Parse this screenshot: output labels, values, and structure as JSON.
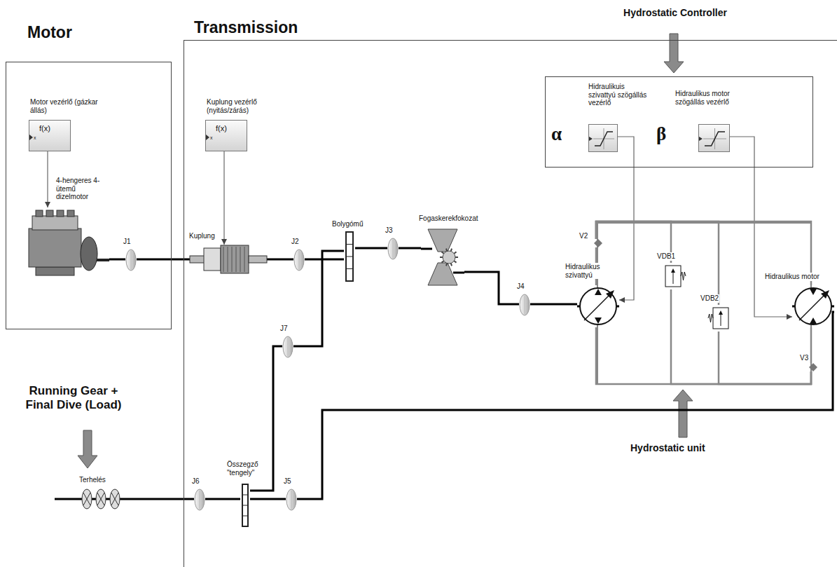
{
  "diagram": {
    "nodes": [
      {
        "text": [
          "Motor"
        ]
      },
      {
        "text": [
          "Motor vezérlő (gázkar állás)",
          "f(x)",
          "x"
        ],
        "in": 0
      },
      {
        "text": [
          "4-hengeres 4-ütemű dizelmotor"
        ],
        "in": 0
      },
      {
        "text": [
          "J1"
        ],
        "in": 0
      },
      {
        "text": [
          "Transmission"
        ]
      },
      {
        "text": [
          "Kuplung vezérlő (nyitás/zárás)",
          "f(x)",
          "x"
        ],
        "in": 4
      },
      {
        "text": [
          "Kuplung"
        ],
        "in": 4
      },
      {
        "text": [
          "J2"
        ],
        "in": 4
      },
      {
        "text": [
          "Bolygómű"
        ],
        "in": 4
      },
      {
        "text": [
          "J3"
        ],
        "in": 4
      },
      {
        "text": [
          "Fogaskerekfokozat"
        ],
        "in": 4
      },
      {
        "text": [
          "J4"
        ],
        "in": 4
      },
      {
        "text": [
          "Hydrostatic Controller"
        ],
        "in": 4
      },
      {
        "text": [
          "Hidraulikuis szivattyú szögállás vezérlő"
        ],
        "in": 12
      },
      {
        "text": [
          "Hidraulikus motor szögállás vezérlő"
        ],
        "in": 12
      },
      {
        "text": [
          "Hydrostatic unit"
        ],
        "in": 4
      },
      {
        "text": [
          "V2"
        ],
        "in": 15
      },
      {
        "text": [
          "Hidraulikus szivattyú"
        ],
        "in": 15
      },
      {
        "text": [
          "VDB1"
        ],
        "in": 15
      },
      {
        "text": [
          "VDB2"
        ],
        "in": 15
      },
      {
        "text": [
          "Hidraulikus motor"
        ],
        "in": 15
      },
      {
        "text": [
          "V3"
        ],
        "in": 15
      },
      {
        "text": [
          "J7"
        ],
        "in": 4
      },
      {
        "text": [
          "Összegző \"tengely\""
        ],
        "in": 4
      },
      {
        "text": [
          "J5"
        ],
        "in": 4
      },
      {
        "text": [
          "J6"
        ],
        "in": 4
      },
      {
        "text": [
          "Terhelés"
        ]
      }
    ],
    "edges": [
      {
        "from": 1,
        "to": 2,
        "arrow": "to"
      },
      {
        "from": 2,
        "to": 3,
        "arrow": "none"
      },
      {
        "from": 3,
        "to": 6,
        "arrow": "none"
      },
      {
        "from": 5,
        "to": 6,
        "arrow": "to"
      },
      {
        "from": 6,
        "to": 7,
        "arrow": "none"
      },
      {
        "from": 7,
        "to": 8,
        "arrow": "none"
      },
      {
        "from": 8,
        "to": 9,
        "arrow": "none"
      },
      {
        "from": 9,
        "to": 10,
        "arrow": "none"
      },
      {
        "from": 10,
        "to": 11,
        "arrow": "none"
      },
      {
        "from": 11,
        "to": 17,
        "arrow": "none"
      },
      {
        "from": 8,
        "to": 22,
        "arrow": "none"
      },
      {
        "from": 22,
        "to": 23,
        "arrow": "none"
      },
      {
        "from": 24,
        "to": 23,
        "arrow": "none"
      },
      {
        "from": 20,
        "to": 24,
        "arrow": "none"
      },
      {
        "from": 23,
        "to": 25,
        "arrow": "none"
      },
      {
        "from": 25,
        "to": 26,
        "arrow": "none"
      },
      {
        "from": 13,
        "to": 17,
        "arrow": "to"
      },
      {
        "from": 14,
        "to": 20,
        "arrow": "to"
      },
      {
        "from": 17,
        "to": 16,
        "arrow": "none"
      },
      {
        "from": 16,
        "to": 20,
        "arrow": "none"
      },
      {
        "from": 17,
        "to": 21,
        "arrow": "none"
      },
      {
        "from": 21,
        "to": 20,
        "arrow": "none"
      },
      {
        "from": 16,
        "to": 18,
        "arrow": "none"
      },
      {
        "from": 18,
        "to": 21,
        "arrow": "none"
      },
      {
        "from": 16,
        "to": 19,
        "arrow": "none"
      },
      {
        "from": 19,
        "to": 21,
        "arrow": "none"
      }
    ],
    "labels": [
      "α",
      "β",
      "Running Gear + Final Dive (Load)"
    ]
  }
}
